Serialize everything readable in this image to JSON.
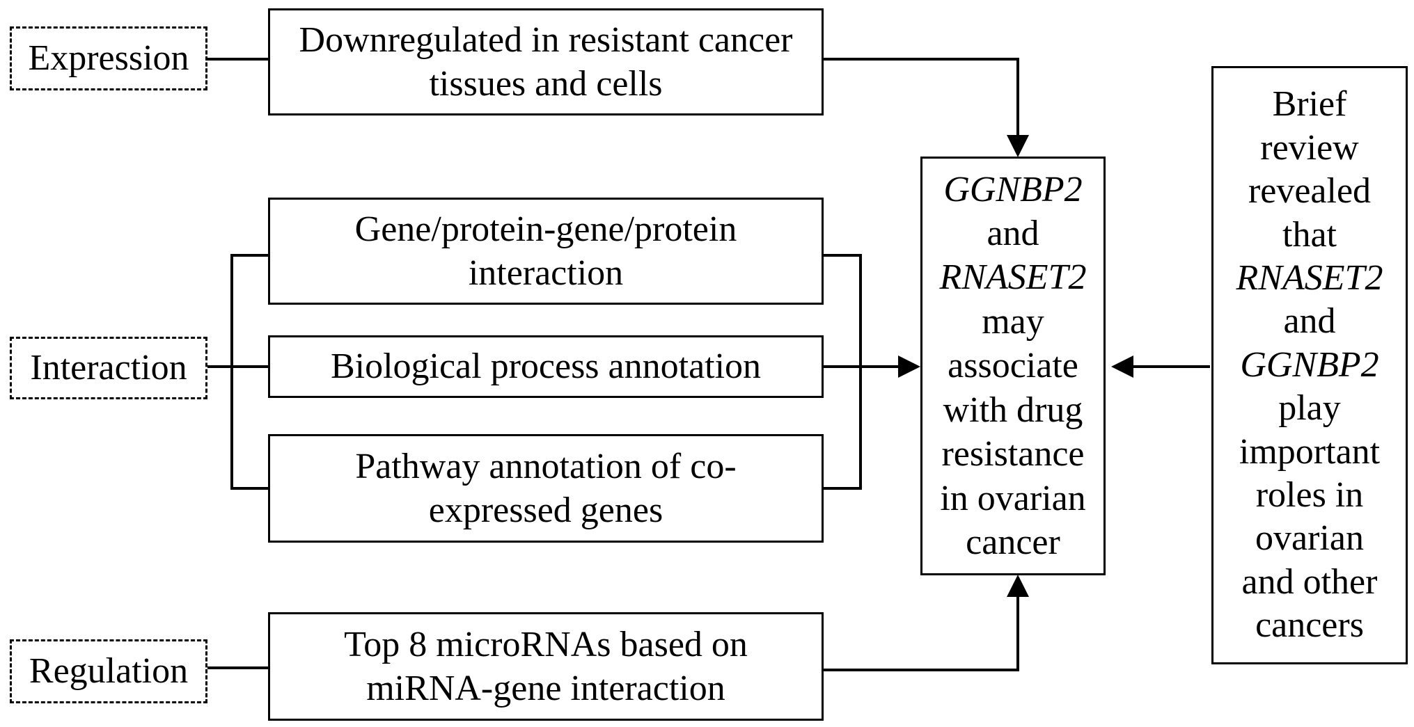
{
  "categories": {
    "expression": "Expression",
    "interaction": "Interaction",
    "regulation": "Regulation"
  },
  "findings": {
    "expression": [
      "Downregulated in resistant cancer",
      "tissues and cells"
    ],
    "ppi": [
      "Gene/protein-gene/protein",
      "interaction"
    ],
    "bio_process": "Biological process annotation",
    "pathway": [
      "Pathway annotation of co-",
      "expressed genes"
    ],
    "regulation": [
      "Top 8 microRNAs based on",
      "miRNA-gene interaction"
    ]
  },
  "conclusion": {
    "lines": [
      "GGNBP2",
      "and",
      "RNASET2",
      "may",
      "associate",
      "with drug",
      "resistance",
      "in ovarian",
      "cancer"
    ]
  },
  "review": {
    "lines": [
      "Brief",
      "review",
      "revealed",
      "that",
      "RNASET2",
      "and",
      "GGNBP2",
      "play",
      "important",
      "roles in",
      "ovarian",
      "and other",
      "cancers"
    ]
  }
}
